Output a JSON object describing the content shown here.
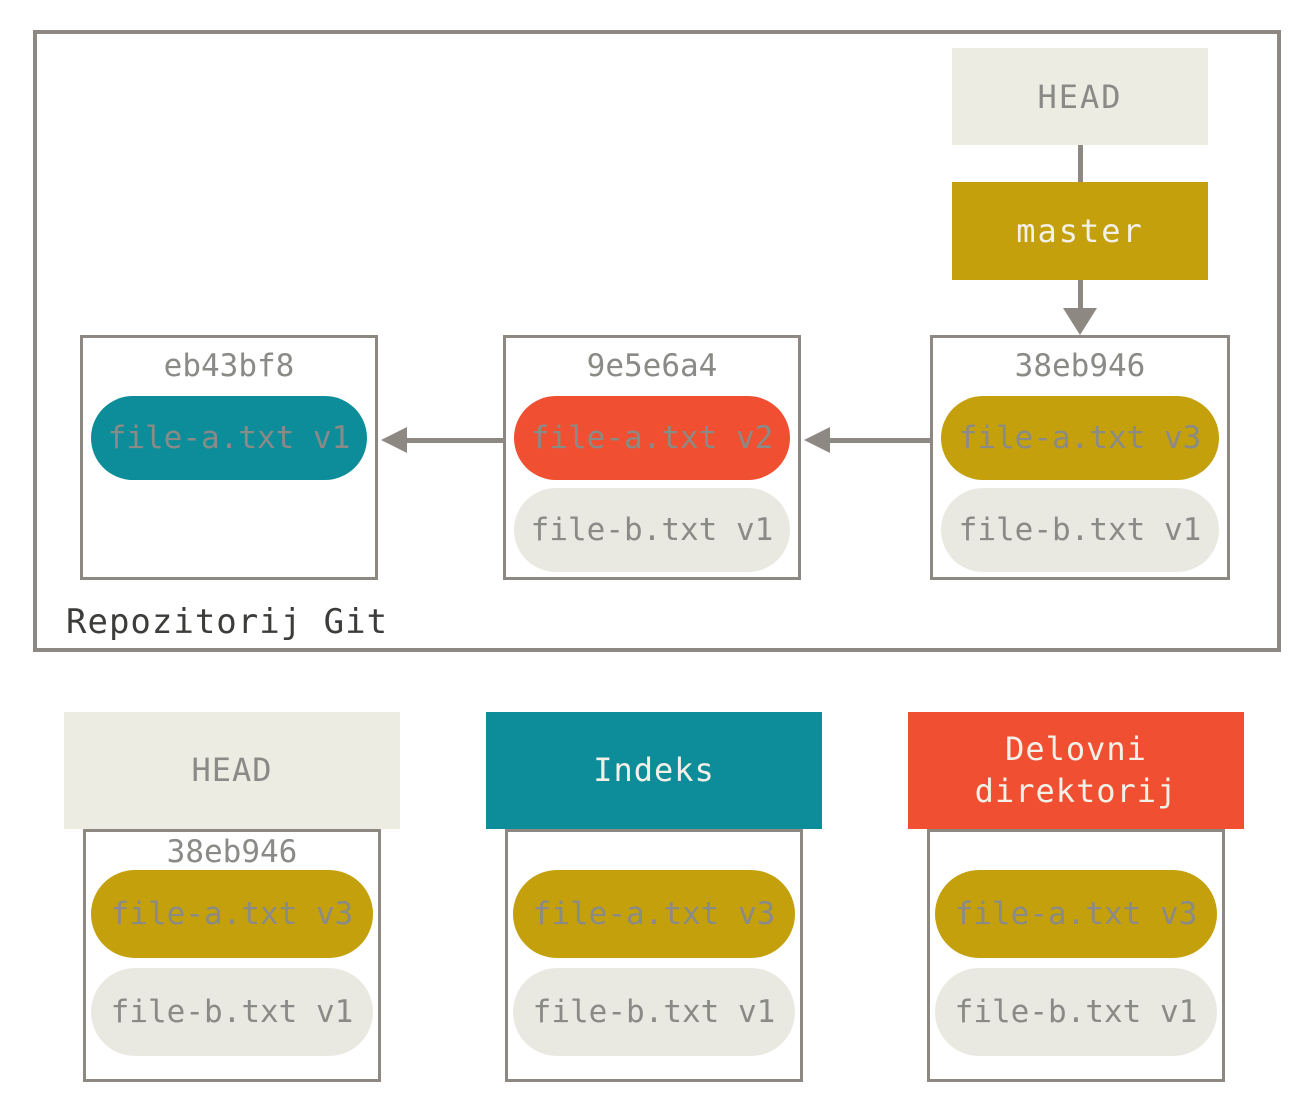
{
  "colors": {
    "border": "#8e8882",
    "arrow": "#8e8882",
    "ink": "#3c3c3a",
    "muted": "#8a8a87",
    "paper": "#edece3",
    "gold": "#c4a00d",
    "teal": "#0d8d99",
    "red": "#f04f31",
    "neutralpill": "#eae9e1",
    "cream": "#f2f0e7"
  },
  "repository": {
    "label": "Repozitorij Git",
    "head_label": "HEAD",
    "branch_label": "master",
    "commits": [
      {
        "id": "eb43bf8",
        "files": [
          {
            "name": "file-a.txt v1"
          }
        ]
      },
      {
        "id": "9e5e6a4",
        "files": [
          {
            "name": "file-a.txt v2"
          },
          {
            "name": "file-b.txt v1"
          }
        ]
      },
      {
        "id": "38eb946",
        "files": [
          {
            "name": "file-a.txt v3"
          },
          {
            "name": "file-b.txt v1"
          }
        ]
      }
    ]
  },
  "areas": {
    "head": {
      "title": "HEAD",
      "commit_id": "38eb946",
      "files": [
        "file-a.txt v3",
        "file-b.txt v1"
      ]
    },
    "index": {
      "title": "Indeks",
      "files": [
        "file-a.txt v3",
        "file-b.txt v1"
      ]
    },
    "workdir": {
      "title": "Delovni direktorij",
      "files": [
        "file-a.txt v3",
        "file-b.txt v1"
      ]
    }
  }
}
